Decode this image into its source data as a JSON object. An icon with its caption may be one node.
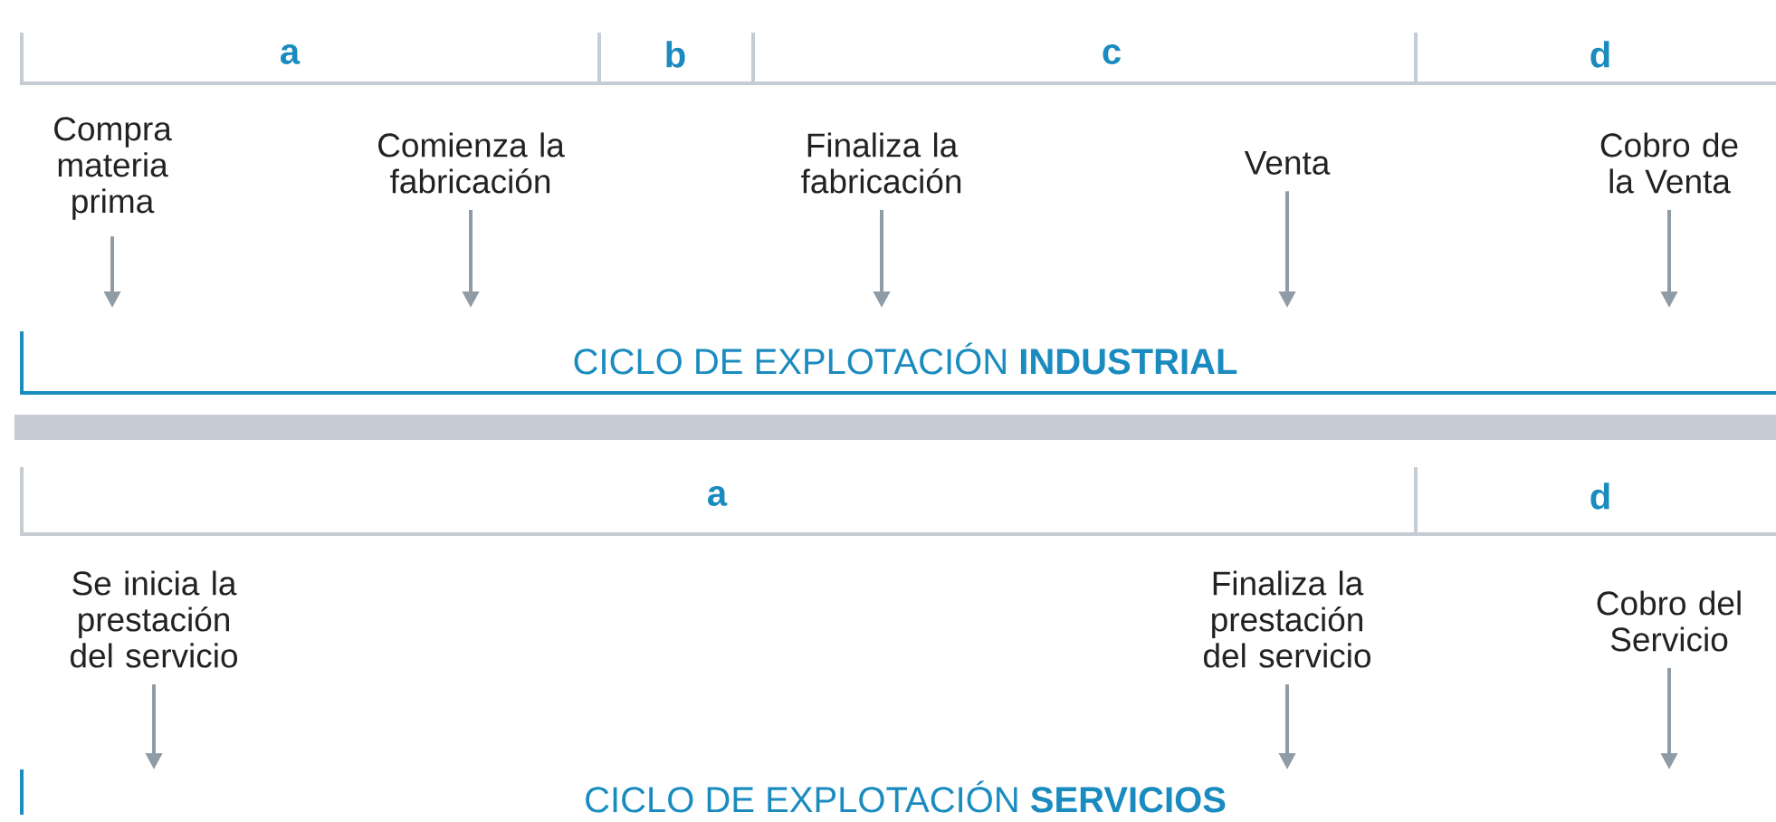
{
  "diagram": {
    "nodes": [
      {
        "text": [
          "Compra materia prima"
        ]
      },
      {
        "text": [
          "Comienza la fabricación"
        ]
      },
      {
        "text": [
          "Finaliza la fabricación"
        ]
      },
      {
        "text": [
          "Venta"
        ]
      },
      {
        "text": [
          "Cobro de la Venta"
        ]
      },
      {
        "text": [
          "Se inicia la prestación del servicio"
        ]
      },
      {
        "text": [
          "Finaliza la prestación del servicio"
        ]
      },
      {
        "text": [
          "Cobro del Servicio"
        ]
      }
    ],
    "edges": [
      {
        "from": 0,
        "to": null,
        "arrow": "to"
      },
      {
        "from": 1,
        "to": null,
        "arrow": "to"
      },
      {
        "from": 2,
        "to": null,
        "arrow": "to"
      },
      {
        "from": 3,
        "to": null,
        "arrow": "to"
      },
      {
        "from": 4,
        "to": null,
        "arrow": "to"
      },
      {
        "from": 5,
        "to": null,
        "arrow": "to"
      },
      {
        "from": 6,
        "to": null,
        "arrow": "to"
      },
      {
        "from": 7,
        "to": null,
        "arrow": "to"
      }
    ],
    "labels": [
      "a",
      "b",
      "c",
      "d",
      "CICLO DE EXPLOTACIÓN **INDUSTRIAL**",
      "a",
      "d",
      "CICLO DE EXPLOTACIÓN **SERVICIOS**"
    ]
  }
}
